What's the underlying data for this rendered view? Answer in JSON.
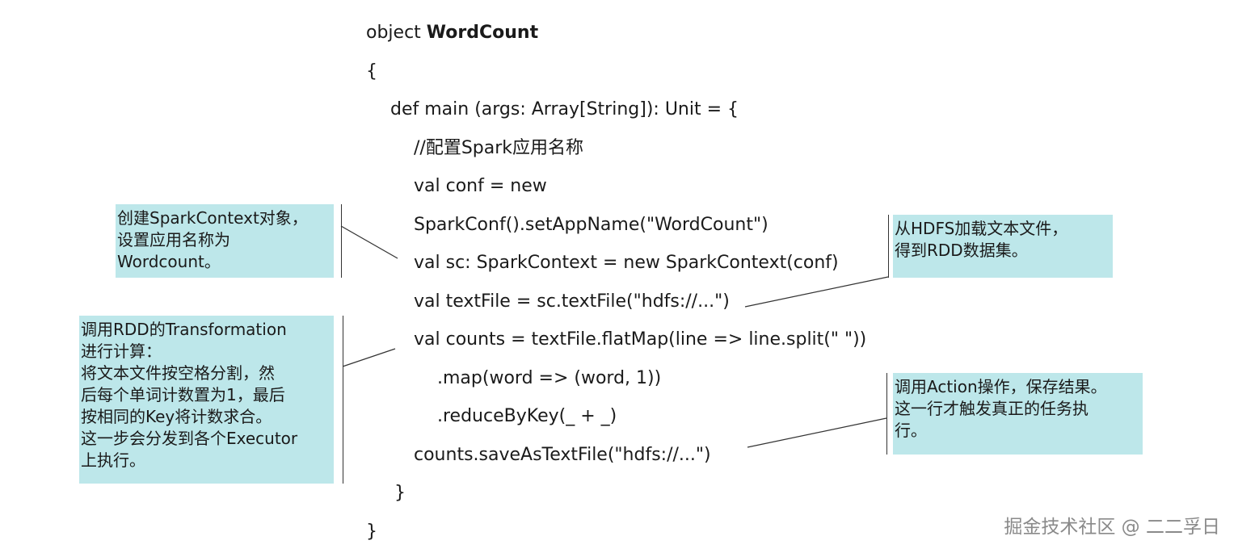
{
  "code": {
    "lines": [
      "object ",
      "{",
      "def main (args: Array[String]): Unit = {",
      "//配置Spark应用名称",
      "val conf = new",
      "SparkConf().setAppName(\"WordCount\")",
      "val sc: SparkContext = new SparkContext(conf)",
      "val textFile = sc.textFile(\"hdfs://...\")",
      "val counts = textFile.flatMap(line => line.split(\" \"))",
      ".map(word => (word, 1))",
      ".reduceByKey(_ + _)",
      "counts.saveAsTextFile(\"hdfs://...\")",
      "}",
      "}"
    ],
    "object_name": "WordCount"
  },
  "notes": {
    "spark_context": {
      "lines": [
        "创建SparkContext对象，",
        "设置应用名称为",
        "Wordcount。"
      ]
    },
    "transformation": {
      "lines": [
        "调用RDD的Transformation",
        "进行计算：",
        "将文本文件按空格分割，然",
        "后每个单词计数置为1，最后",
        "按相同的Key将计数求合。",
        "这一步会分发到各个Executor",
        "上执行。"
      ]
    },
    "hdfs_load": {
      "lines": [
        "从HDFS加载文本文件，",
        "得到RDD数据集。"
      ]
    },
    "action": {
      "lines": [
        "调用Action操作，保存结果。",
        "这一行才触发真正的任务执",
        "行。"
      ]
    }
  },
  "watermark": "掘金技术社区 @ 二二孚日",
  "colors": {
    "note_background": "#bde7ea",
    "text": "#1a1a1a",
    "connector": "#333333",
    "watermark": "#8a8a8a"
  }
}
